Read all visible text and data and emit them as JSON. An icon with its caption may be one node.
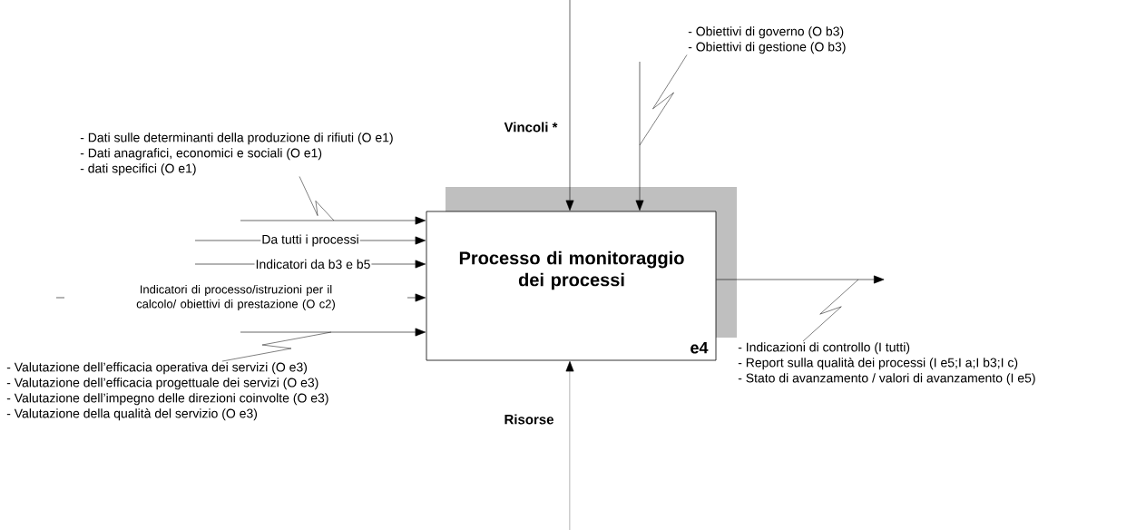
{
  "diagram": {
    "nodes": [
      {
        "text": [
          "Processo di monitoraggio dei processi",
          "e4"
        ]
      },
      {
        "text": [
          "- Obiettivi di governo (O b3)",
          "- Obiettivi di gestione (O b3)"
        ]
      },
      {
        "text": [
          "- Dati sulle determinanti della produzione di rifiuti (O e1)",
          "- Dati anagrafici, economici e sociali (O e1)",
          "- dati specifici (O e1)"
        ]
      },
      {
        "text": [
          "- Valutazione dell’efficacia operativa dei servizi (O e3)",
          "- Valutazione dell’efficacia progettuale dei servizi (O e3)",
          "- Valutazione dell’impegno delle direzioni coinvolte (O e3)",
          "- Valutazione della qualità del servizio (O e3)"
        ]
      },
      {
        "text": [
          "- Indicazioni di controllo (I tutti)",
          "- Report sulla qualità dei processi (I e5;I a;I b3;I c)",
          "- Stato di avanzamento / valori di avanzamento (I e5)"
        ]
      }
    ],
    "edges": [
      {
        "from": null,
        "to": 0,
        "arrow": "to",
        "label": "Vincoli *"
      },
      {
        "from": null,
        "to": 0,
        "arrow": "to"
      },
      {
        "from": null,
        "to": 0,
        "arrow": "to"
      },
      {
        "from": null,
        "to": 0,
        "arrow": "to",
        "label": "Da tutti i processi"
      },
      {
        "from": null,
        "to": 0,
        "arrow": "to",
        "label": "Indicatori da b3 e b5"
      },
      {
        "from": null,
        "to": 0,
        "arrow": "to",
        "label": "Indicatori di processo/istruzioni per il calcolo/ obiettivi di prestazione (O c2)"
      },
      {
        "from": null,
        "to": 0,
        "arrow": "to"
      },
      {
        "from": 0,
        "to": null,
        "arrow": "to"
      },
      {
        "from": null,
        "to": 0,
        "arrow": "to",
        "label": "Risorse"
      },
      {
        "from": 1,
        "to": null,
        "arrow": "none"
      },
      {
        "from": 2,
        "to": null,
        "arrow": "none"
      },
      {
        "from": 3,
        "to": null,
        "arrow": "none"
      },
      {
        "from": 4,
        "to": null,
        "arrow": "none"
      }
    ]
  }
}
